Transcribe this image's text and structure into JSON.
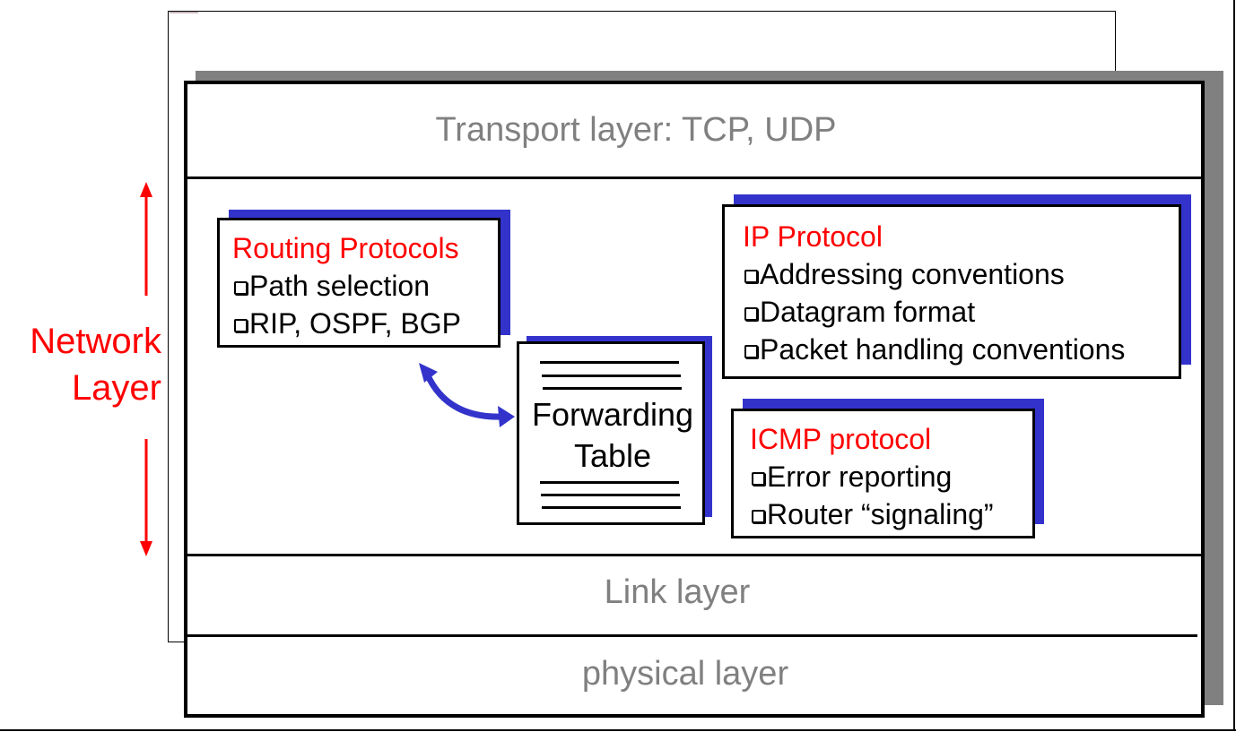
{
  "diagram": {
    "layers": {
      "transport": "Transport layer: TCP, UDP",
      "link": "Link layer",
      "physical": "physical layer"
    },
    "network_layer_label": [
      "Network",
      "Layer"
    ],
    "routing_protocols": {
      "title": "Routing Protocols",
      "items": [
        "Path selection",
        "RIP, OSPF, BGP"
      ]
    },
    "forwarding_table": {
      "label_line1": "Forwarding",
      "label_line2": "Table"
    },
    "ip_protocol": {
      "title": "IP Protocol",
      "items": [
        "Addressing conventions",
        "Datagram format",
        "Packet handling conventions"
      ]
    },
    "icmp_protocol": {
      "title": "ICMP protocol",
      "items": [
        "Error reporting",
        "Router “signaling”"
      ]
    },
    "colors": {
      "accent_red": "#ff0000",
      "box_shadow_blue": "#3333cc",
      "layer_text_gray": "#808080",
      "frame_shadow_gray": "#808080"
    }
  }
}
